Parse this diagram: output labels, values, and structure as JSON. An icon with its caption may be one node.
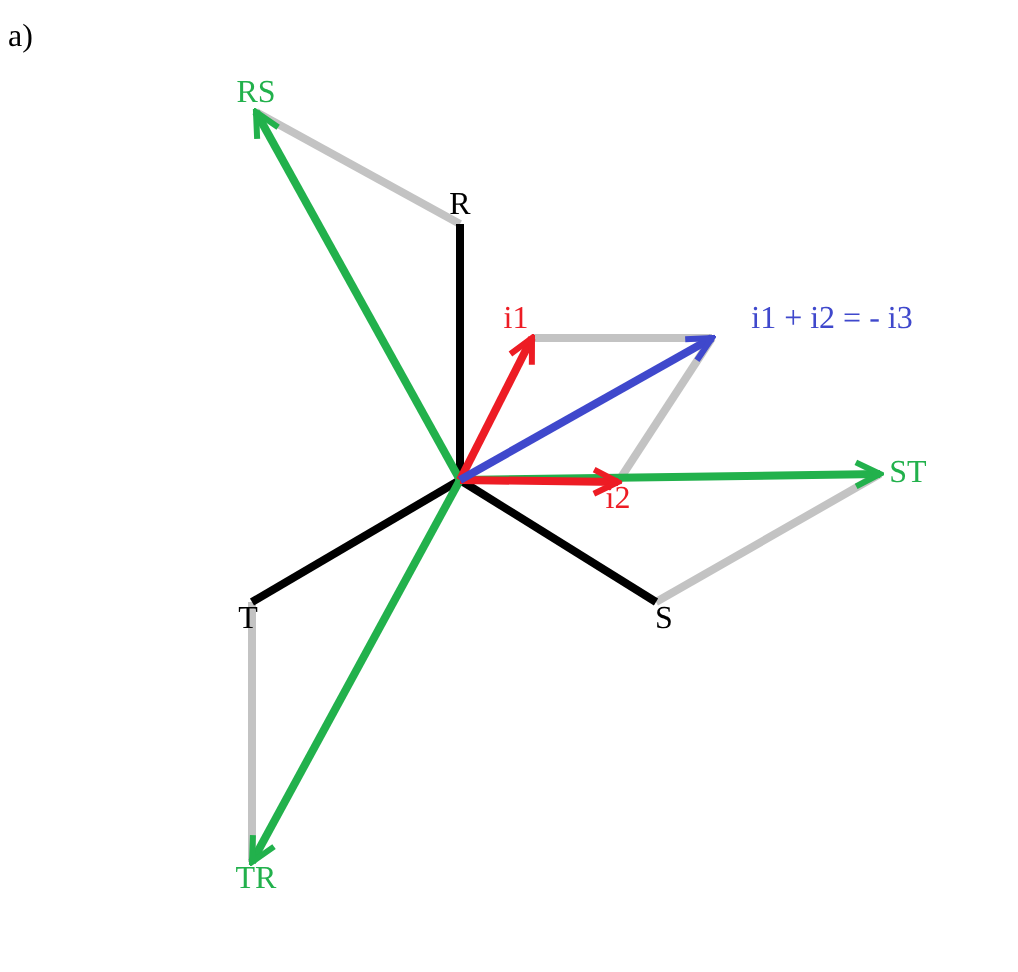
{
  "diagram": {
    "nodes": [
      {
        "text": [
          "RS"
        ]
      },
      {
        "text": [
          "R"
        ]
      },
      {
        "text": [
          "i1"
        ]
      },
      {
        "text": [
          "i1 + i2 = - i3"
        ]
      },
      {
        "text": [
          "ST"
        ]
      },
      {
        "text": [
          "i2"
        ]
      },
      {
        "text": [
          "T"
        ]
      },
      {
        "text": [
          "S"
        ]
      },
      {
        "text": [
          "TR"
        ]
      }
    ],
    "edges": [
      {
        "from": null,
        "to": 1,
        "arrow": "none",
        "color": "#000000"
      },
      {
        "from": null,
        "to": 7,
        "arrow": "none",
        "color": "#000000"
      },
      {
        "from": null,
        "to": 6,
        "arrow": "none",
        "color": "#000000"
      },
      {
        "from": null,
        "to": 0,
        "arrow": "to",
        "color": "#22b14c"
      },
      {
        "from": null,
        "to": 4,
        "arrow": "to",
        "color": "#22b14c"
      },
      {
        "from": null,
        "to": 8,
        "arrow": "to",
        "color": "#22b14c"
      },
      {
        "from": null,
        "to": 2,
        "arrow": "to",
        "color": "#ed1c24"
      },
      {
        "from": null,
        "to": 5,
        "arrow": "to",
        "color": "#ed1c24"
      },
      {
        "from": null,
        "to": 3,
        "arrow": "to",
        "color": "#3f48cc"
      },
      {
        "from": 1,
        "to": 0,
        "arrow": "none"
      },
      {
        "from": 7,
        "to": 4,
        "arrow": "none"
      },
      {
        "from": 6,
        "to": 8,
        "arrow": "none"
      },
      {
        "from": 2,
        "to": 3,
        "arrow": "none"
      },
      {
        "from": 5,
        "to": 3,
        "arrow": "none"
      }
    ],
    "labels": [
      "a)"
    ]
  }
}
